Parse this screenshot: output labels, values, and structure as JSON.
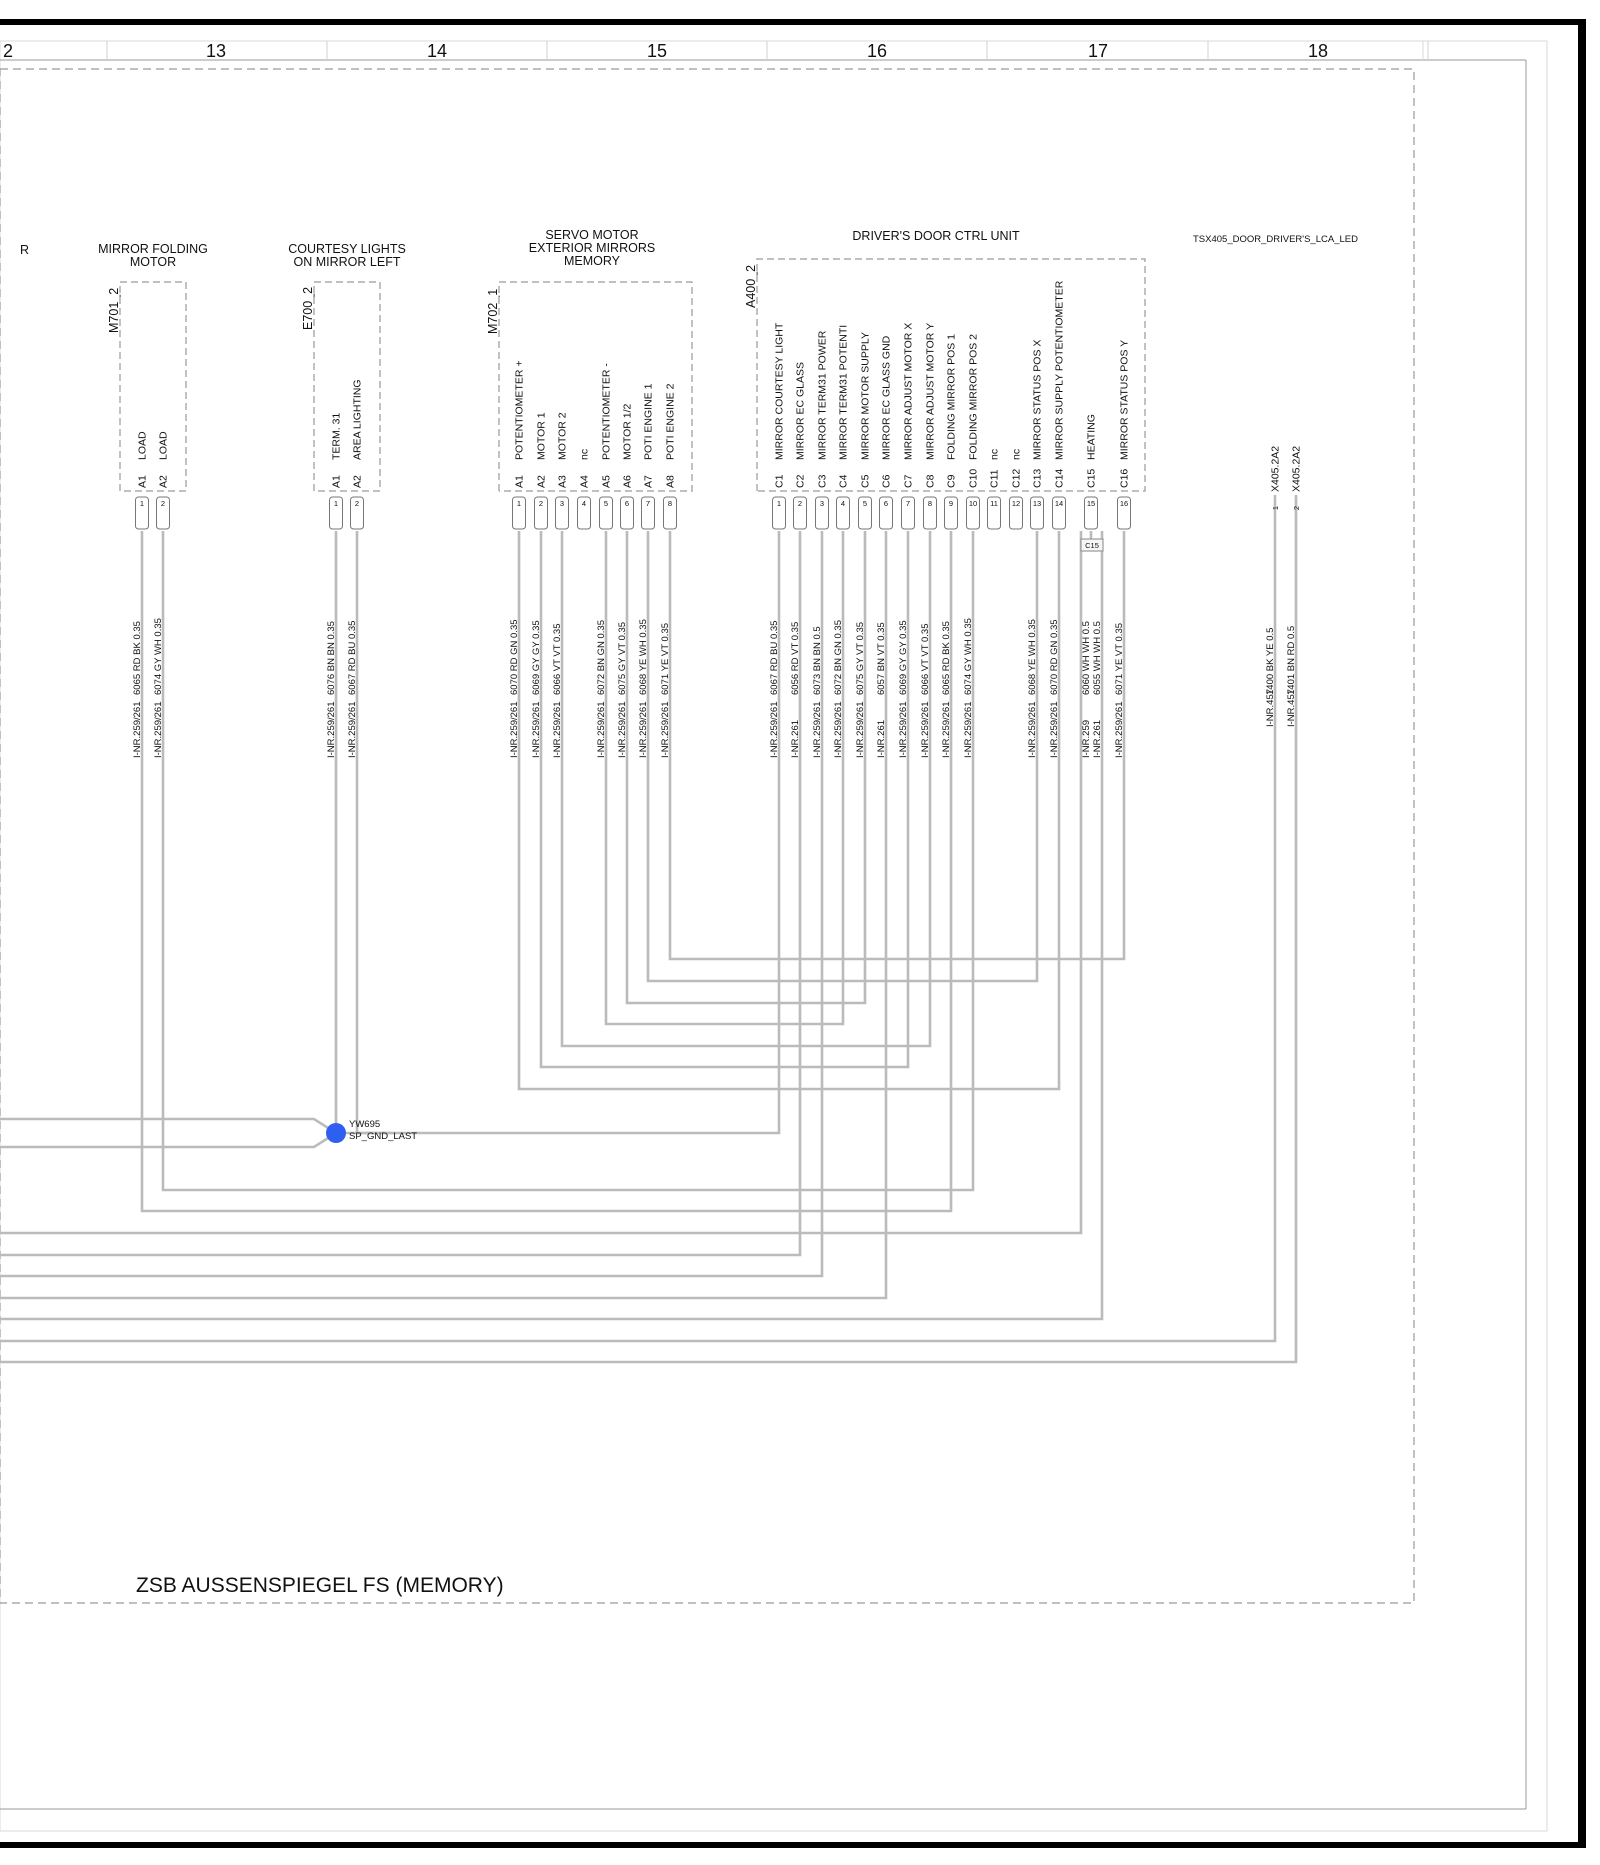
{
  "grid_columns": [
    {
      "label": "2"
    },
    {
      "label": "13"
    },
    {
      "label": "14"
    },
    {
      "label": "15"
    },
    {
      "label": "16"
    },
    {
      "label": "17"
    },
    {
      "label": "18"
    }
  ],
  "page_edge_label": "R",
  "group_title": "ZSB AUSSENSPIEGEL FS (MEMORY)",
  "tsx_label": "TSX405_DOOR_DRIVER'S_LCA_LED",
  "splice": {
    "name": "YW695",
    "signal": "SP_GND_LAST",
    "color": "#2f5ff0"
  },
  "ec15_label": "C15",
  "wire_color": "#bbbbbb",
  "components": [
    {
      "ref": "M701_2",
      "title_lines": [
        "MIRROR FOLDING",
        "MOTOR"
      ],
      "pins": [
        {
          "code": "A1",
          "label": "LOAD",
          "num": "1",
          "wire": "6065  RD BK 0.35",
          "inr": "I-NR.259/261"
        },
        {
          "code": "A2",
          "label": "LOAD",
          "num": "2",
          "wire": "6074 GY WH 0.35",
          "inr": "I-NR.259/261"
        }
      ]
    },
    {
      "ref": "E700_2",
      "title_lines": [
        "COURTESY LIGHTS",
        "ON MIRROR LEFT"
      ],
      "pins": [
        {
          "code": "A1",
          "label": "TERM. 31",
          "num": "1",
          "wire": "6076  BN BN 0.35",
          "inr": "I-NR.259/261"
        },
        {
          "code": "A2",
          "label": "AREA LIGHTING",
          "num": "2",
          "wire": "6067  RD BU 0.35",
          "inr": "I-NR.259/261"
        }
      ]
    },
    {
      "ref": "M702_1",
      "title_lines": [
        "SERVO MOTOR",
        "EXTERIOR MIRRORS",
        "MEMORY"
      ],
      "pins": [
        {
          "code": "A1",
          "label": "POTENTIOMETER +",
          "num": "1",
          "wire": "6070  RD GN 0.35",
          "inr": "I-NR.259/261"
        },
        {
          "code": "A2",
          "label": "MOTOR 1",
          "num": "2",
          "wire": "6069  GY GY 0.35",
          "inr": "I-NR.259/261"
        },
        {
          "code": "A3",
          "label": "MOTOR 2",
          "num": "3",
          "wire": "6066   VT VT 0.35",
          "inr": "I-NR.259/261"
        },
        {
          "code": "A4",
          "label": "nc",
          "num": "4",
          "wire": "",
          "inr": ""
        },
        {
          "code": "A5",
          "label": "POTENTIOMETER -",
          "num": "5",
          "wire": "6072 BN GN 0.35",
          "inr": "I-NR.259/261"
        },
        {
          "code": "A6",
          "label": "MOTOR 1/2",
          "num": "6",
          "wire": "6075  GY VT 0.35",
          "inr": "I-NR.259/261"
        },
        {
          "code": "A7",
          "label": "POTI ENGINE 1",
          "num": "7",
          "wire": "6068  YE WH 0.35",
          "inr": "I-NR.259/261"
        },
        {
          "code": "A8",
          "label": "POTI ENGINE 2",
          "num": "8",
          "wire": "6071   YE VT 0.35",
          "inr": "I-NR.259/261"
        }
      ]
    },
    {
      "ref": "A400_2",
      "title_lines": [
        "DRIVER'S DOOR CTRL UNIT"
      ],
      "pins": [
        {
          "code": "C1",
          "label": "MIRROR COURTESY LIGHT",
          "num": "1",
          "wire": "6067  RD BU 0.35",
          "inr": "I-NR.259/261"
        },
        {
          "code": "C2",
          "label": "MIRROR EC GLASS",
          "num": "2",
          "wire": "6056  RD VT 0.35",
          "inr": "I-NR.261"
        },
        {
          "code": "C3",
          "label": "MIRROR TERM31 POWER",
          "num": "3",
          "wire": "6073    BN BN 0.5",
          "inr": "I-NR.259/261"
        },
        {
          "code": "C4",
          "label": "MIRROR TERM31 POTENTI",
          "num": "4",
          "wire": "6072 BN GN 0.35",
          "inr": "I-NR.259/261"
        },
        {
          "code": "C5",
          "label": "MIRROR MOTOR SUPPLY",
          "num": "5",
          "wire": "6075  GY VT 0.35",
          "inr": "I-NR.259/261"
        },
        {
          "code": "C6",
          "label": "MIRROR EC GLASS GND",
          "num": "6",
          "wire": "6057  BN VT 0.35",
          "inr": "I-NR.261"
        },
        {
          "code": "C7",
          "label": "MIRROR ADJUST MOTOR X",
          "num": "7",
          "wire": "6069  GY GY 0.35",
          "inr": "I-NR.259/261"
        },
        {
          "code": "C8",
          "label": "MIRROR ADJUST MOTOR Y",
          "num": "8",
          "wire": "6066   VT VT 0.35",
          "inr": "I-NR.259/261"
        },
        {
          "code": "C9",
          "label": "FOLDING MIRROR POS 1",
          "num": "9",
          "wire": "6065  RD BK 0.35",
          "inr": "I-NR.259/261"
        },
        {
          "code": "C10",
          "label": "FOLDING MIRROR POS 2",
          "num": "10",
          "wire": "6074 GY WH 0.35",
          "inr": "I-NR.259/261"
        },
        {
          "code": "C11",
          "label": "nc",
          "num": "11",
          "wire": "",
          "inr": ""
        },
        {
          "code": "C12",
          "label": "nc",
          "num": "12",
          "wire": "",
          "inr": ""
        },
        {
          "code": "C13",
          "label": "MIRROR STATUS POS X",
          "num": "13",
          "wire": "6068  YE WH 0.35",
          "inr": "I-NR.259/261"
        },
        {
          "code": "C14",
          "label": "MIRROR SUPPLY POTENTIOMETER",
          "num": "14",
          "wire": "6070  RD GN 0.35",
          "inr": "I-NR.259/261"
        },
        {
          "code": "C15",
          "label": "HEATING",
          "num": "15",
          "wire": "6060  WH WH 0.5",
          "inr": "I-NR.259"
        },
        {
          "code": "",
          "label": "",
          "num": "",
          "wire": "6055  WH WH 0.5",
          "inr": "I-NR.261"
        },
        {
          "code": "C16",
          "label": "MIRROR STATUS POS Y",
          "num": "16",
          "wire": "6071   YE VT 0.35",
          "inr": "I-NR.259/261"
        }
      ]
    }
  ],
  "connector_x405": {
    "pins": [
      {
        "ref": "X405.2A2",
        "num": "1",
        "wire": "1400    BK YE 0.5",
        "inr": "I-NR.457"
      },
      {
        "ref": "X405.2A2",
        "num": "2",
        "wire": "1401    BN RD 0.5",
        "inr": "I-NR.457"
      }
    ]
  }
}
